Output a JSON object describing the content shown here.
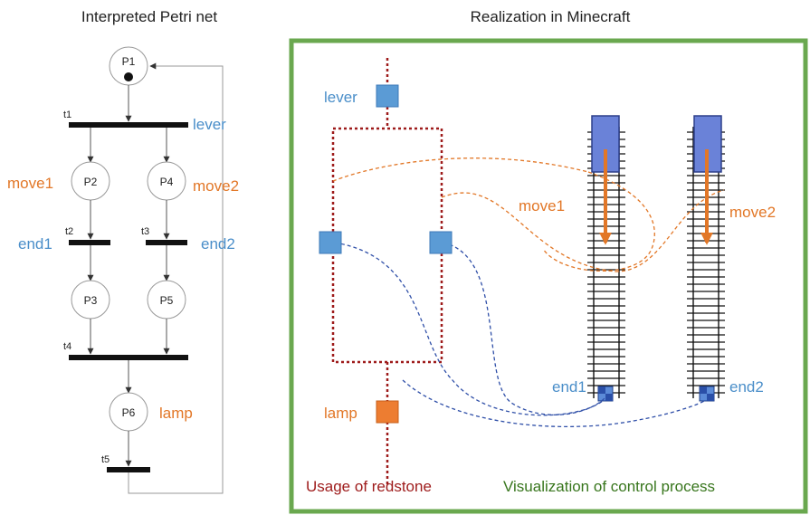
{
  "titles": {
    "left": "Interpreted Petri net",
    "right": "Realization in Minecraft"
  },
  "places": {
    "p1": "P1",
    "p2": "P2",
    "p3": "P3",
    "p4": "P4",
    "p5": "P5",
    "p6": "P6"
  },
  "transitions": {
    "t1": "t1",
    "t2": "t2",
    "t3": "t3",
    "t4": "t4",
    "t5": "t5"
  },
  "signals": {
    "lever": "lever",
    "move1": "move1",
    "move2": "move2",
    "end1": "end1",
    "end2": "end2",
    "lamp": "lamp"
  },
  "captions": {
    "redstone": "Usage of redstone",
    "control": "Visualization of control process"
  },
  "colors": {
    "blue_text": "#4a8ec9",
    "orange_text": "#e27727",
    "redstone": "#9e1b1b",
    "green_frame": "#6aa84f",
    "green_text": "#38761d",
    "block_blue": "#5b9bd5",
    "block_orange": "#ed7d31",
    "cart": "#6a82d8"
  }
}
